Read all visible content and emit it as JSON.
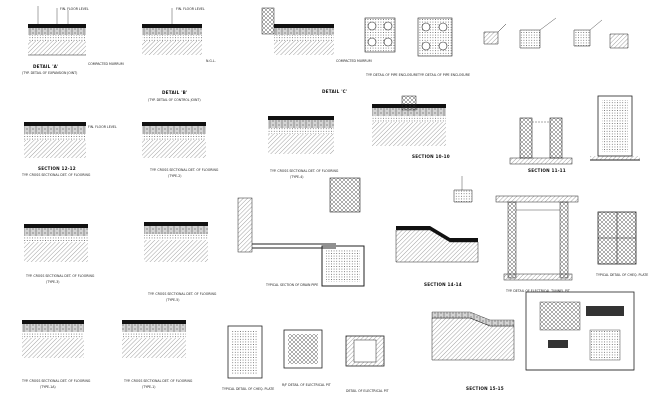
{
  "drawing_title": "",
  "details": [
    {
      "id": "detail-a",
      "title": "DETAIL 'A'",
      "subtitle": "(TYP. DETAIL OF EXPANSION JOINT)"
    },
    {
      "id": "detail-b",
      "title": "DETAIL 'B'",
      "subtitle": "(TYP. DETAIL OF CONTROL JOINT)"
    },
    {
      "id": "detail-c",
      "title": "DETAIL 'C'",
      "subtitle": ""
    },
    {
      "id": "pipe-enclosure-1",
      "title": "TYP. DETAIL OF PIPE ENCLOSURE",
      "subtitle": ""
    },
    {
      "id": "pipe-enclosure-2",
      "title": "TYP. DETAIL OF PIPE ENCLOSURE",
      "subtitle": ""
    },
    {
      "id": "section-12-12",
      "title": "SECTION 12-12",
      "subtitle": "TYP. CROSS SECTIONAL DET. OF FLOORING"
    },
    {
      "id": "flooring-type-2",
      "title": "TYP. CROSS SECTIONAL DET. OF FLOORING",
      "subtitle": "(TYPE-2)"
    },
    {
      "id": "flooring-type-4",
      "title": "TYP. CROSS SECTIONAL DET. OF FLOORING",
      "subtitle": "(TYPE-4)"
    },
    {
      "id": "section-10-10",
      "title": "SECTION 10-10",
      "subtitle": ""
    },
    {
      "id": "section-11-11",
      "title": "SECTION 11-11",
      "subtitle": ""
    },
    {
      "id": "section-13-13",
      "title": "SECTION 13-13",
      "subtitle": ""
    },
    {
      "id": "flooring-type-3",
      "title": "TYP. CROSS SECTIONAL DET. OF FLOORING",
      "subtitle": "(TYPE-3)"
    },
    {
      "id": "flooring-type-5",
      "title": "TYP. CROSS SECTIONAL DET. OF FLOORING",
      "subtitle": "(TYPE-5)"
    },
    {
      "id": "drain-pipe",
      "title": "TYPICAL SECTION OF DRAIN PIPE",
      "subtitle": ""
    },
    {
      "id": "section-14-14",
      "title": "SECTION 14-14",
      "subtitle": ""
    },
    {
      "id": "electrical-tunnel",
      "title": "TYP. DETAIL OF ELECTRICAL TUNNEL PIT",
      "subtitle": ""
    },
    {
      "id": "chequered-plate-1",
      "title": "TYPICAL DETAIL OF CHEQ. PLATE",
      "subtitle": ""
    },
    {
      "id": "flooring-type-1a",
      "title": "TYP. CROSS SECTIONAL DET. OF FLOORING",
      "subtitle": "(TYPE-1A)"
    },
    {
      "id": "flooring-type-1",
      "title": "TYP. CROSS SECTIONAL DET. OF FLOORING",
      "subtitle": "(TYPE-1)"
    },
    {
      "id": "chequered-plate-2",
      "title": "TYPICAL DETAIL OF CHEQ. PLATE",
      "subtitle": ""
    },
    {
      "id": "electrical-pit-1",
      "title": "R/F DETAIL OF ELECTRICAL PIT",
      "subtitle": ""
    },
    {
      "id": "electrical-pit-2",
      "title": "DETAIL OF ELECTRICAL PIT",
      "subtitle": ""
    },
    {
      "id": "section-15-15",
      "title": "SECTION 15-15",
      "subtitle": ""
    },
    {
      "id": "plan-detail",
      "title": "",
      "subtitle": ""
    }
  ],
  "labels": {
    "finished_floor_level": "FIN. FLOOR LEVEL",
    "compacted_murrum": "COMPACTED MURRUM",
    "nat_ground_level": "N.G.L."
  }
}
